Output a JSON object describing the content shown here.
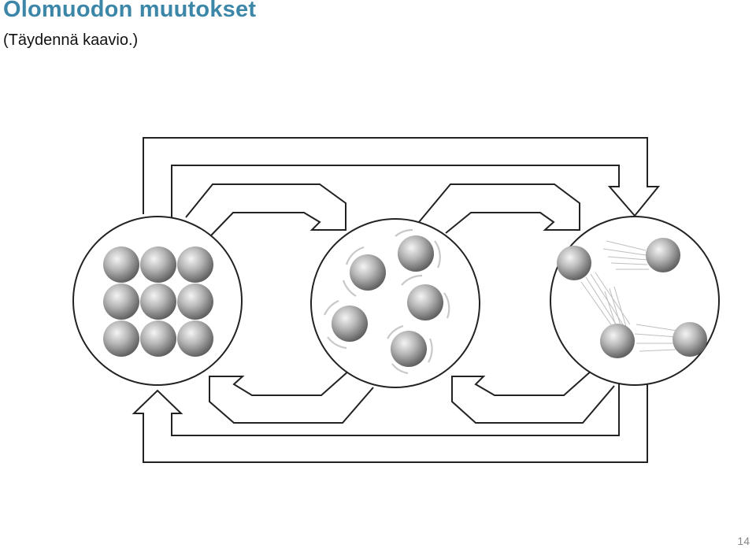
{
  "slide": {
    "title": "Olomuodon muutokset",
    "subtitle": "(Täydennä kaavio.)",
    "page_number": "14"
  },
  "diagram": {
    "states": [
      {
        "id": "solid",
        "particle_arrangement": "3x3 tight grid"
      },
      {
        "id": "liquid",
        "particle_arrangement": "loosely packed, vibrating"
      },
      {
        "id": "gas",
        "particle_arrangement": "widely spaced, fast moving"
      }
    ],
    "transitions": [
      {
        "from": "solid",
        "to": "liquid"
      },
      {
        "from": "liquid",
        "to": "solid"
      },
      {
        "from": "liquid",
        "to": "gas"
      },
      {
        "from": "gas",
        "to": "liquid"
      },
      {
        "from": "solid",
        "to": "gas"
      },
      {
        "from": "gas",
        "to": "solid"
      }
    ],
    "labels_blank": true
  },
  "colors": {
    "title": "#3c86a8",
    "outline": "#222222",
    "particle_light": "#f4f4f4",
    "particle_dark": "#5e5e5e"
  }
}
